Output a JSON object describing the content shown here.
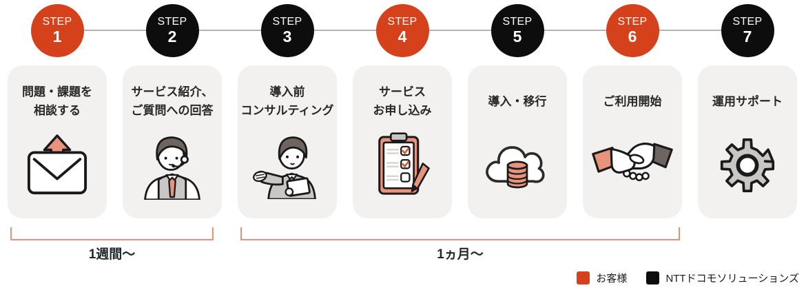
{
  "steps": [
    {
      "step_label": "STEP",
      "number": "1",
      "variant": "customer",
      "title_line1": "問題・課題を",
      "title_line2": "相談する",
      "icon": "mail-upload-icon"
    },
    {
      "step_label": "STEP",
      "number": "2",
      "variant": "provider",
      "title_line1": "サービス紹介、",
      "title_line2": "ご質問への回答",
      "icon": "support-agent-icon"
    },
    {
      "step_label": "STEP",
      "number": "3",
      "variant": "provider",
      "title_line1": "導入前",
      "title_line2": "コンサルティング",
      "icon": "consultant-icon"
    },
    {
      "step_label": "STEP",
      "number": "4",
      "variant": "customer",
      "title_line1": "サービス",
      "title_line2": "お申し込み",
      "icon": "checklist-clipboard-icon"
    },
    {
      "step_label": "STEP",
      "number": "5",
      "variant": "provider",
      "title_line1": "導入・移行",
      "title_line2": "",
      "icon": "cloud-database-icon"
    },
    {
      "step_label": "STEP",
      "number": "6",
      "variant": "customer",
      "title_line1": "ご利用開始",
      "title_line2": "",
      "icon": "handshake-icon"
    },
    {
      "step_label": "STEP",
      "number": "7",
      "variant": "provider",
      "title_line1": "運用サポート",
      "title_line2": "",
      "icon": "gear-icon"
    }
  ],
  "duration_brackets": [
    {
      "label": "1週間〜",
      "start_step": 1,
      "end_step": 2
    },
    {
      "label": "1ヵ月〜",
      "start_step": 3,
      "end_step": 6
    }
  ],
  "legend": {
    "items": [
      {
        "label": "お客様",
        "color": "#d5411b"
      },
      {
        "label": "NTTドコモソリューションズ",
        "color": "#0d0d0d"
      }
    ]
  },
  "colors": {
    "accent_orange": "#d5411b",
    "step_black": "#0d0d0d",
    "salmon": "#e8937c",
    "card_background": "#f2f1f0",
    "connector_gray": "#b3b3b3"
  }
}
